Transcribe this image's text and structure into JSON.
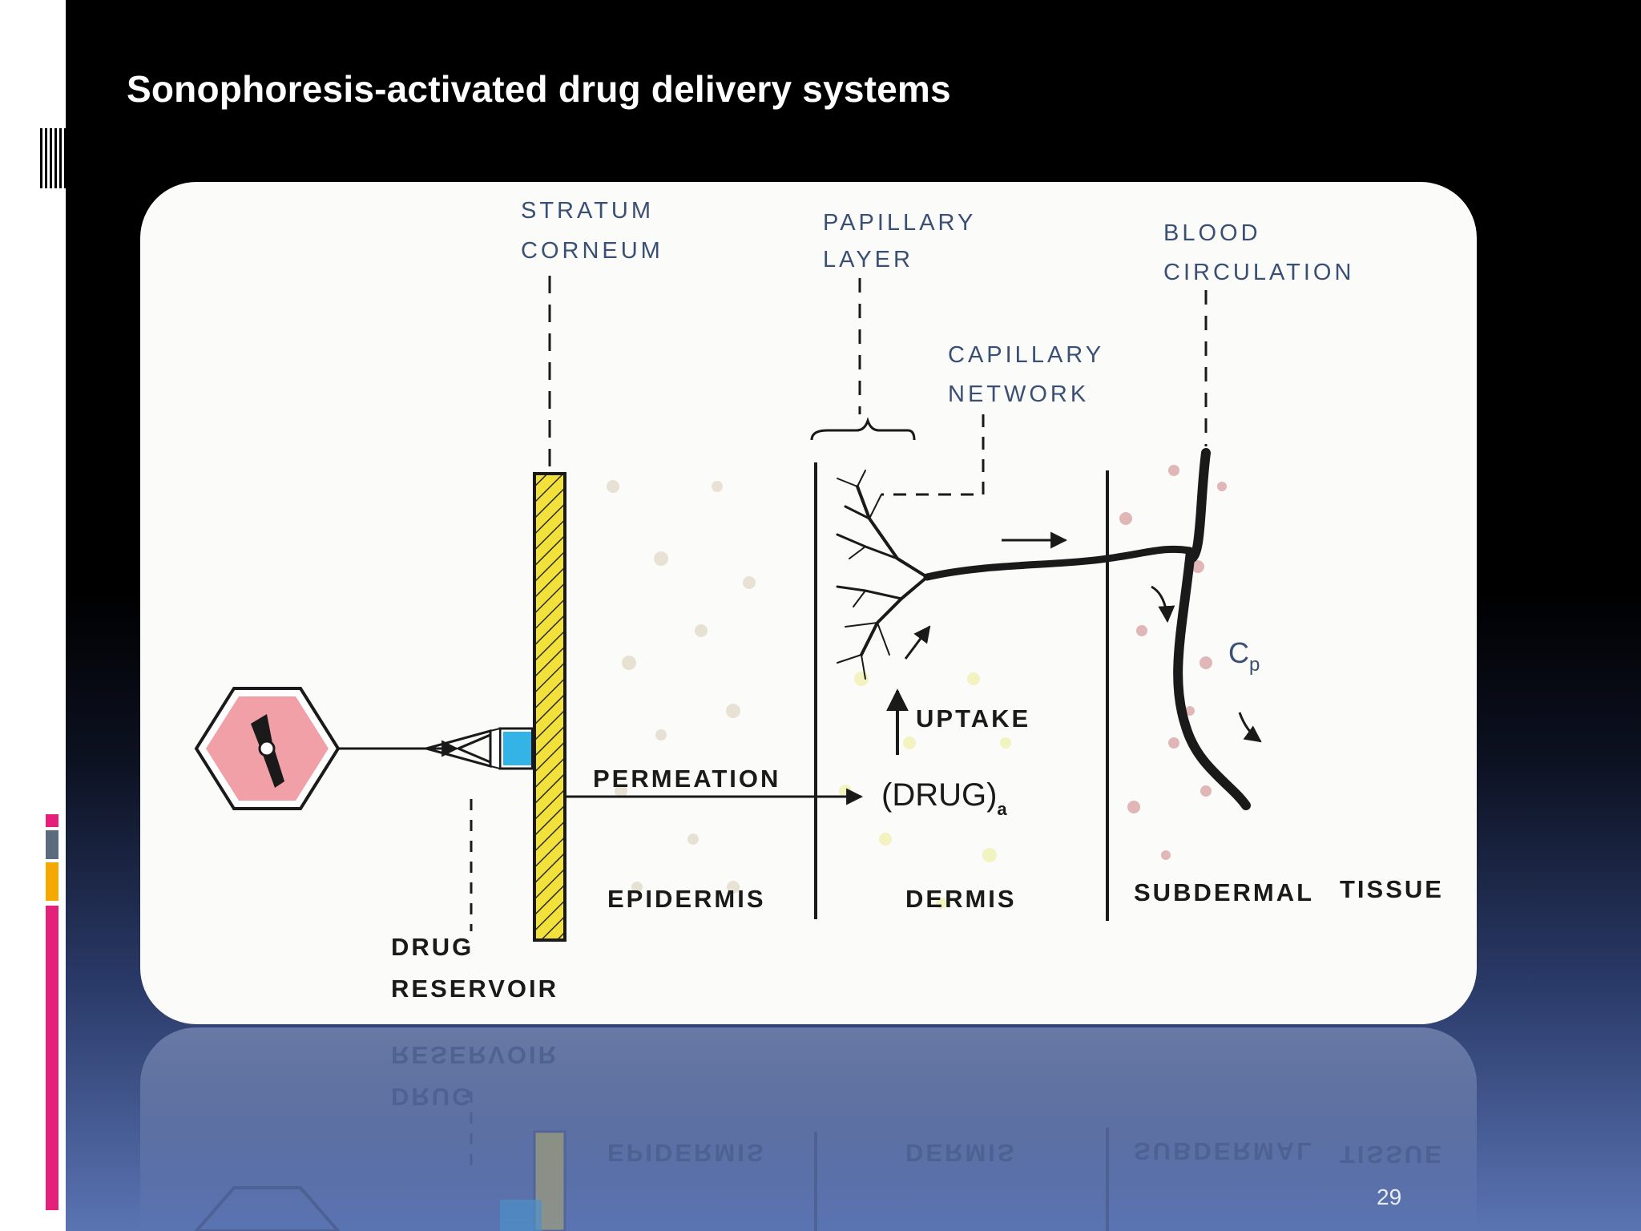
{
  "slide": {
    "title": "Sonophoresis-activated drug delivery systems",
    "page_number": "29"
  },
  "diagram": {
    "labels": {
      "stratum_corneum_1": "STRATUM",
      "stratum_corneum_2": "CORNEUM",
      "papillary_layer_1": "PAPILLARY",
      "papillary_layer_2": "LAYER",
      "blood_circulation_1": "BLOOD",
      "blood_circulation_2": "CIRCULATION",
      "capillary_network_1": "CAPILLARY",
      "capillary_network_2": "NETWORK",
      "uptake": "UPTAKE",
      "permeation": "PERMEATION",
      "drug_a": "(DRUG)",
      "drug_a_sub": "a",
      "cp": "C",
      "cp_sub": "p",
      "epidermis": "EPIDERMIS",
      "dermis": "DERMIS",
      "subdermal": "SUBDERMAL",
      "tissue": "TISSUE",
      "drug_reservoir_1": "DRUG",
      "drug_reservoir_2": "RESERVOIR"
    }
  },
  "colors": {
    "accent_magenta": "#e5207b",
    "accent_orange": "#f5a800",
    "accent_slate": "#5b6a7d",
    "energy_source_fill": "#f2a0a8",
    "reservoir_blue": "#34b4e6",
    "stratum_yellow": "#f2e13a"
  }
}
